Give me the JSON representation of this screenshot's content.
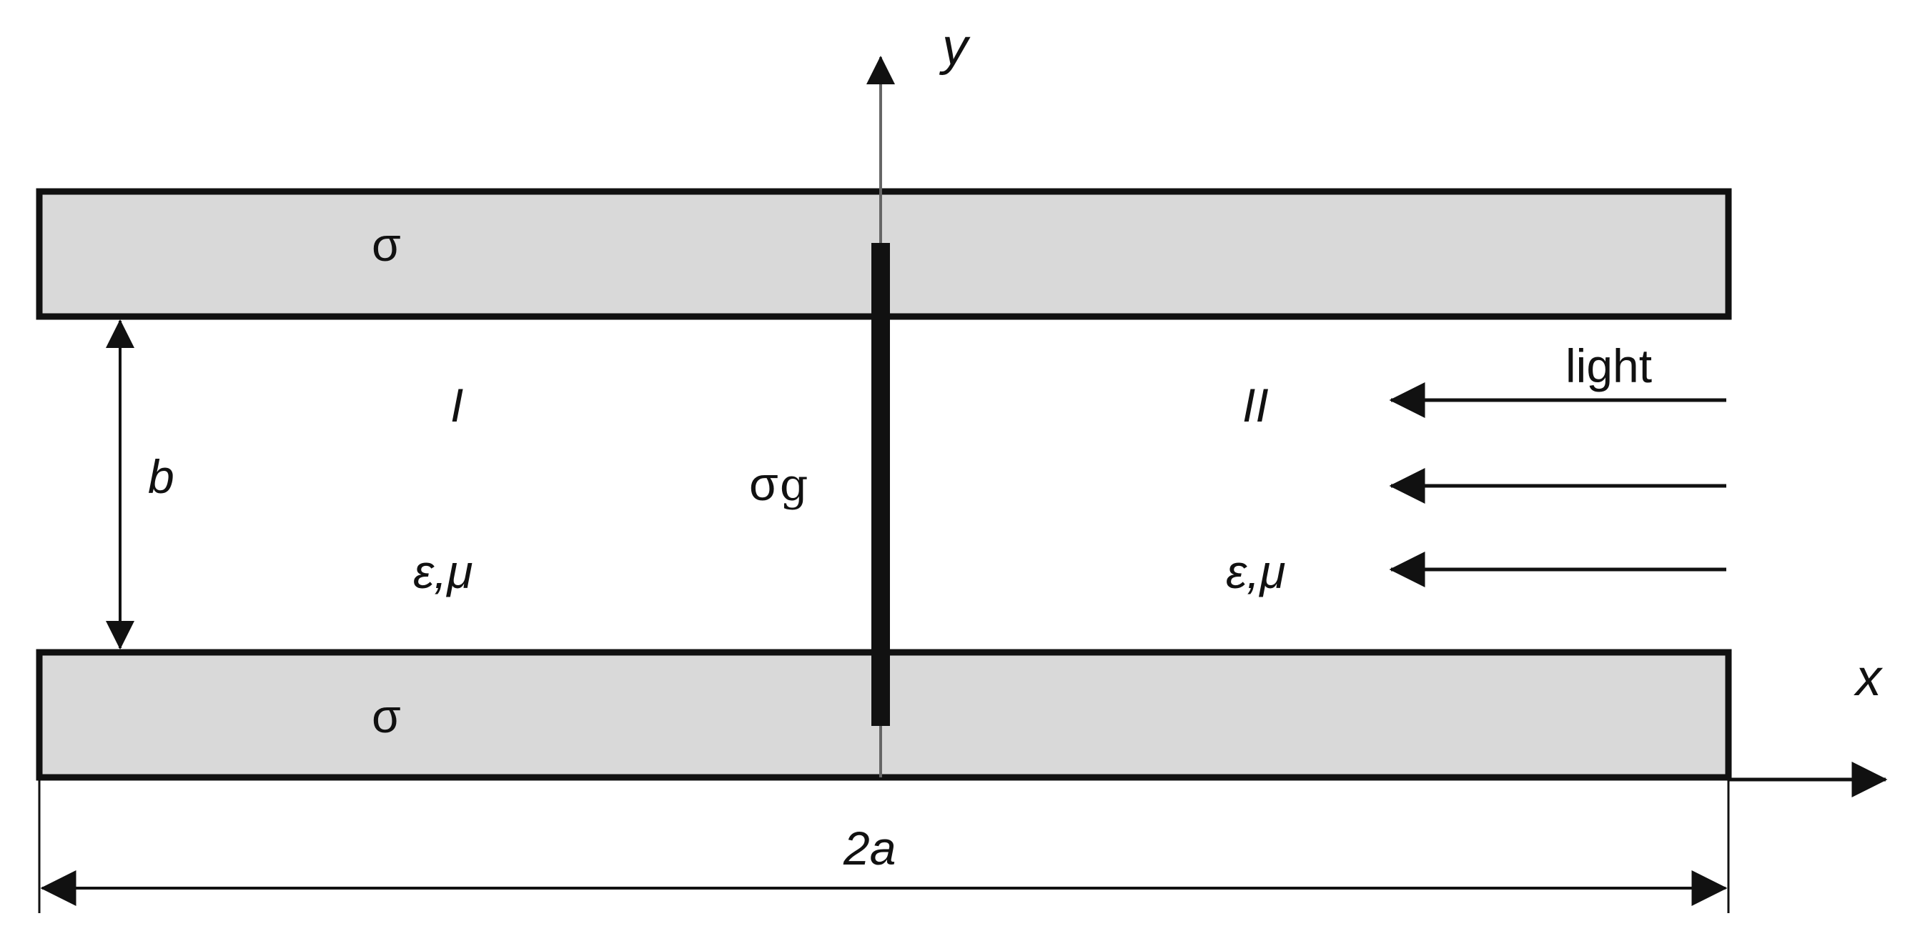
{
  "diagram": {
    "axes": {
      "y_label": "y",
      "x_label": "x"
    },
    "plates": {
      "top_label": "σ",
      "bottom_label": "σ",
      "fill_color": "#d9d9d9",
      "stroke_color": "#111111"
    },
    "graphene": {
      "label_main": "σ",
      "label_sub": "g"
    },
    "regions": {
      "left": {
        "name": "I",
        "medium": "ε,μ"
      },
      "right": {
        "name": "II",
        "medium": "ε,μ"
      }
    },
    "dimensions": {
      "gap": "b",
      "length": "2a"
    },
    "light": {
      "label": "light",
      "arrow_count": 3
    }
  }
}
